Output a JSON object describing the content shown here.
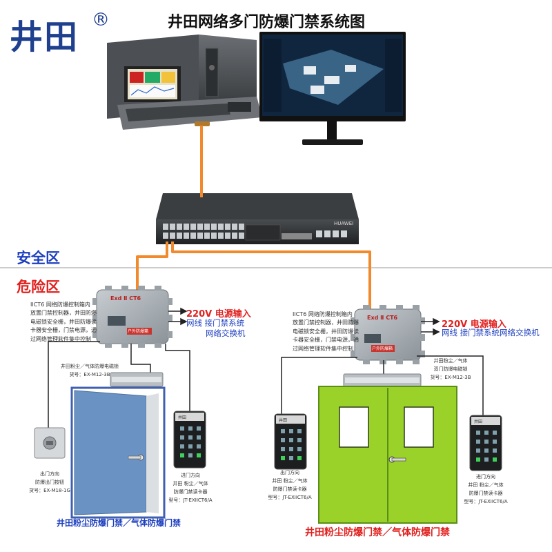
{
  "brand": {
    "logo_text": "井田",
    "registered_mark": "®"
  },
  "title": "井田网络多门防爆门禁系统图",
  "zones": {
    "safe": "安全区",
    "danger": "危险区"
  },
  "controller_label": "Exd Ⅱ CT6",
  "controller_badge": "户外防爆箱",
  "left_system": {
    "controller_desc": [
      "IICT6 网络防爆控制箱内",
      "放置门禁控制器，井田防爆",
      "电磁锁安全栅，井田防爆读",
      "卡器安全栅，门禁电源，通",
      "过网络管理软件集中控制"
    ],
    "power_input": "220V  电源输入",
    "network_line1": "网线  接门禁系统",
    "network_line2": "网络交换机",
    "lock": {
      "name": "井田粉尘／气体防爆电磁锁",
      "model": "货号：EX-M12-3B"
    },
    "exit_button": {
      "direction": "出门方向",
      "name": "防爆出门按钮",
      "model": "货号：EX-M18-1G"
    },
    "reader": {
      "direction": "进门方向",
      "name": "井田 粉尘／气体",
      "name2": "防爆门禁读卡器",
      "model": "型号：JT-EXIICT6/A",
      "brand": "井田"
    },
    "caption": "井田粉尘防爆门禁／气体防爆门禁"
  },
  "right_system": {
    "controller_desc": [
      "IICT6 网络防爆控制箱内",
      "放置门禁控制器，井田防爆",
      "电磁锁安全栅，井田防爆读",
      "卡器安全栅，门禁电源，通",
      "过网络管理软件集中控制"
    ],
    "power_input": "220V  电源输入",
    "network": "网线  接门禁系统网络交换机",
    "lock": {
      "name": "井田粉尘／气体",
      "name2": "双门防爆电磁锁",
      "model": "货号：EX-M12-3B"
    },
    "reader_left": {
      "direction": "出门方向",
      "name": "井田 粉尘／气体",
      "name2": "防爆门禁读卡器",
      "model": "型号：JT-EXIICT6/A",
      "brand": "井田"
    },
    "reader_right": {
      "direction": "进门方向",
      "name": "井田 粉尘／气体",
      "name2": "防爆门禁读卡器",
      "model": "型号：JT-EXIICT6/A",
      "brand": "井田"
    },
    "caption": "井田粉尘防爆门禁／气体防爆门禁"
  },
  "switch_brand": "HUAWEI",
  "colors": {
    "cable": "#f08a2c",
    "brand_blue": "#1f3f8f",
    "danger_red": "#e0201e",
    "safe_blue": "#1d3fbf",
    "door_blue": "#6a93c4",
    "door_green": "#9ad22a",
    "controller_gray": "#a9b0b4"
  }
}
